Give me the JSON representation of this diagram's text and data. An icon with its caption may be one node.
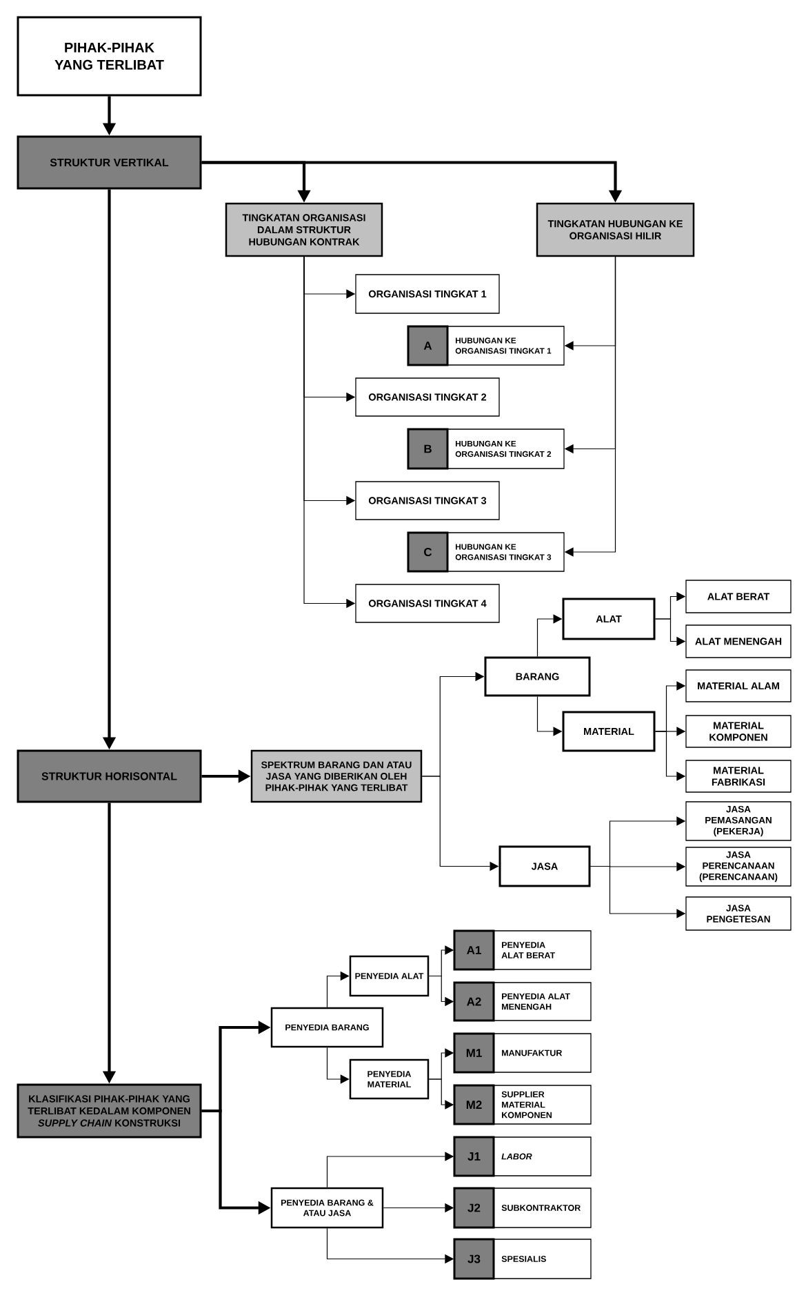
{
  "diagram": {
    "nodes": [
      {
        "text": [
          "PIHAK-PIHAK YANG TERLIBAT"
        ]
      },
      {
        "text": [
          "STRUKTUR VERTIKAL"
        ]
      },
      {
        "text": [
          "TINGKATAN ORGANISASI DALAM STRUKTUR HUBUNGAN KONTRAK"
        ]
      },
      {
        "text": [
          "TINGKATAN HUBUNGAN KE ORGANISASI HILIR"
        ]
      },
      {
        "text": [
          "ORGANISASI TINGKAT 1"
        ]
      },
      {
        "text": [
          "A",
          "HUBUNGAN KE ORGANISASI TINGKAT 1"
        ]
      },
      {
        "text": [
          "ORGANISASI TINGKAT 2"
        ]
      },
      {
        "text": [
          "B",
          "HUBUNGAN KE ORGANISASI TINGKAT 2"
        ]
      },
      {
        "text": [
          "ORGANISASI TINGKAT 3"
        ]
      },
      {
        "text": [
          "C",
          "HUBUNGAN KE ORGANISASI TINGKAT 3"
        ]
      },
      {
        "text": [
          "ORGANISASI TINGKAT 4"
        ]
      },
      {
        "text": [
          "STRUKTUR HORISONTAL"
        ]
      },
      {
        "text": [
          "SPEKTRUM BARANG DAN ATAU JASA YANG DIBERIKAN OLEH PIHAK-PIHAK YANG TERLIBAT"
        ]
      },
      {
        "text": [
          "BARANG"
        ]
      },
      {
        "text": [
          "ALAT"
        ]
      },
      {
        "text": [
          "ALAT BERAT"
        ]
      },
      {
        "text": [
          "ALAT MENENGAH"
        ]
      },
      {
        "text": [
          "MATERIAL"
        ]
      },
      {
        "text": [
          "MATERIAL ALAM"
        ]
      },
      {
        "text": [
          "MATERIAL KOMPONEN"
        ]
      },
      {
        "text": [
          "MATERIAL FABRIKASI"
        ]
      },
      {
        "text": [
          "JASA"
        ]
      },
      {
        "text": [
          "JASA PEMASANGAN (PEKERJA)"
        ]
      },
      {
        "text": [
          "JASA PERENCANAAN (PERENCANAAN)"
        ]
      },
      {
        "text": [
          "JASA PENGETESAN"
        ]
      },
      {
        "text": [
          "KLASIFIKASI PIHAK-PIHAK YANG TERLIBAT KEDALAM KOMPONEN *SUPPLY CHAIN* KONSTRUKSI"
        ]
      },
      {
        "text": [
          "PENYEDIA BARANG"
        ]
      },
      {
        "text": [
          "PENYEDIA ALAT"
        ]
      },
      {
        "text": [
          "A1",
          "PENYEDIA ALAT BERAT"
        ]
      },
      {
        "text": [
          "A2",
          "PENYEDIA ALAT MENENGAH"
        ]
      },
      {
        "text": [
          "PENYEDIA MATERIAL"
        ]
      },
      {
        "text": [
          "M1",
          "MANUFAKTUR"
        ]
      },
      {
        "text": [
          "M2",
          "SUPPLIER MATERIAL KOMPONEN"
        ]
      },
      {
        "text": [
          "PENYEDIA BARANG & ATAU JASA"
        ]
      },
      {
        "text": [
          "J1",
          "*LABOR*"
        ]
      },
      {
        "text": [
          "J2",
          "SUBKONTRAKTOR"
        ]
      },
      {
        "text": [
          "J3",
          "SPESIALIS"
        ]
      }
    ],
    "edges": [
      {
        "from": 0,
        "to": 1,
        "arrow": "to",
        "style": "thick"
      },
      {
        "from": 1,
        "to": 2,
        "arrow": "to",
        "style": "thick"
      },
      {
        "from": 1,
        "to": 3,
        "arrow": "to",
        "style": "thick"
      },
      {
        "from": 1,
        "to": 11,
        "arrow": "to",
        "style": "thick"
      },
      {
        "from": 2,
        "to": 4,
        "arrow": "to"
      },
      {
        "from": 2,
        "to": 6,
        "arrow": "to"
      },
      {
        "from": 2,
        "to": 8,
        "arrow": "to"
      },
      {
        "from": 2,
        "to": 10,
        "arrow": "to"
      },
      {
        "from": 3,
        "to": 5,
        "arrow": "to"
      },
      {
        "from": 3,
        "to": 7,
        "arrow": "to"
      },
      {
        "from": 3,
        "to": 9,
        "arrow": "to"
      },
      {
        "from": 11,
        "to": 12,
        "arrow": "to",
        "style": "thick"
      },
      {
        "from": 11,
        "to": 25,
        "arrow": "to",
        "style": "thick"
      },
      {
        "from": 12,
        "to": 13,
        "arrow": "to"
      },
      {
        "from": 12,
        "to": 21,
        "arrow": "to"
      },
      {
        "from": 13,
        "to": 14,
        "arrow": "to"
      },
      {
        "from": 13,
        "to": 17,
        "arrow": "to"
      },
      {
        "from": 14,
        "to": 15,
        "arrow": "to"
      },
      {
        "from": 14,
        "to": 16,
        "arrow": "to"
      },
      {
        "from": 17,
        "to": 18,
        "arrow": "to"
      },
      {
        "from": 17,
        "to": 19,
        "arrow": "to"
      },
      {
        "from": 17,
        "to": 20,
        "arrow": "to"
      },
      {
        "from": 21,
        "to": 22,
        "arrow": "to"
      },
      {
        "from": 21,
        "to": 23,
        "arrow": "to"
      },
      {
        "from": 21,
        "to": 24,
        "arrow": "to"
      },
      {
        "from": 25,
        "to": 26,
        "arrow": "to",
        "style": "thick"
      },
      {
        "from": 25,
        "to": 33,
        "arrow": "to",
        "style": "thick"
      },
      {
        "from": 26,
        "to": 27,
        "arrow": "to"
      },
      {
        "from": 26,
        "to": 30,
        "arrow": "to"
      },
      {
        "from": 27,
        "to": 28,
        "arrow": "to"
      },
      {
        "from": 27,
        "to": 29,
        "arrow": "to"
      },
      {
        "from": 30,
        "to": 31,
        "arrow": "to"
      },
      {
        "from": 30,
        "to": 32,
        "arrow": "to"
      },
      {
        "from": 33,
        "to": 34,
        "arrow": "to"
      },
      {
        "from": 33,
        "to": 35,
        "arrow": "to"
      },
      {
        "from": 33,
        "to": 36,
        "arrow": "to"
      }
    ]
  }
}
